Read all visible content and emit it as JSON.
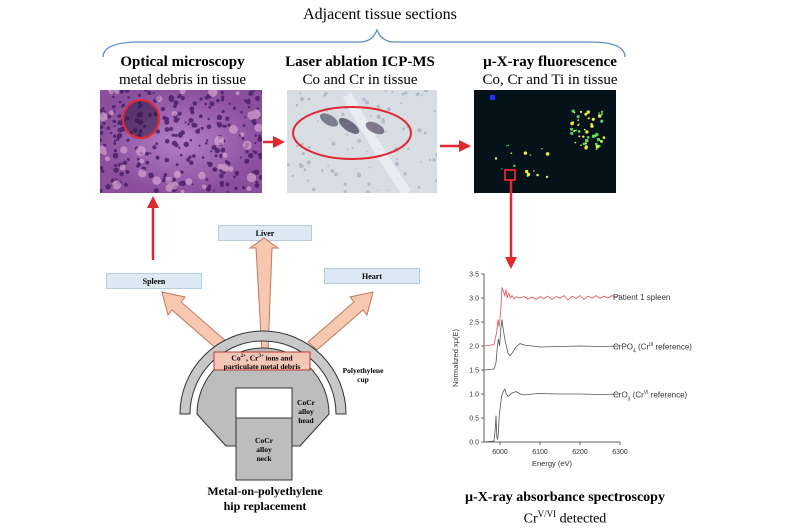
{
  "header": {
    "title": "Adjacent tissue sections"
  },
  "panels": [
    {
      "title": "Optical microscopy",
      "subtitle": "metal debris in tissue"
    },
    {
      "title": "Laser ablation ICP-MS",
      "subtitle": "Co and Cr in tissue"
    },
    {
      "title": "µ-X-ray fluorescence",
      "subtitle": "Co, Cr and Ti in tissue"
    }
  ],
  "organs": {
    "liver": "Liver",
    "spleen": "Spleen",
    "heart": "Heart"
  },
  "implant": {
    "debris_line1_a": "Co",
    "debris_sup1": "2+",
    "debris_line1_b": ", Cr",
    "debris_sup2": "3+",
    "debris_line1_c": " ions and",
    "debris_line2": "particulate metal debris",
    "cup_line1": "Polyethylene",
    "cup_line2": "cup",
    "head_line1": "CoCr",
    "head_line2": "alloy",
    "head_line3": "head",
    "neck_line1": "CoCr",
    "neck_line2": "alloy",
    "neck_line3": "neck",
    "caption_line1": "Metal-on-polyethylene",
    "caption_line2": "hip replacement"
  },
  "spectroscopy": {
    "caption_line1": "µ-X-ray absorbance spectroscopy",
    "caption_prefix": "Cr",
    "caption_sup": "V/VI",
    "caption_suffix": " detected",
    "label_patient": "Patient 1 spleen",
    "label_crpo4_a": "CrPO",
    "label_crpo4_sub": "4",
    "label_crpo4_b": " (Cr",
    "label_crpo4_sup": "III",
    "label_crpo4_c": " reference)",
    "label_cro3_a": "CrO",
    "label_cro3_sub": "3",
    "label_cro3_b": " (Cr",
    "label_cro3_sup": "VI",
    "label_cro3_c": " reference)"
  },
  "colors": {
    "arrow_red": "#e0282e",
    "organ_arrow_fill": "#f6c8b0",
    "organ_arrow_stroke": "#c07860",
    "organ_box_fill": "#dde9f4",
    "patient_line": "#e05050"
  },
  "chart_data": {
    "type": "line",
    "title": "",
    "xlabel": "Energy (eV)",
    "ylabel": "Normalized xμ(E)",
    "xlim": [
      5960,
      6300
    ],
    "ylim": [
      0,
      3.5
    ],
    "xticks": [
      6000,
      6100,
      6200,
      6300
    ],
    "yticks": [
      0.0,
      0.5,
      1.0,
      1.5,
      2.0,
      2.5,
      3.0,
      3.5
    ],
    "series": [
      {
        "name": "Patient 1 spleen",
        "color": "#e05050",
        "x": [
          5960,
          5985,
          5992,
          5995,
          5998,
          6002,
          6005,
          6008,
          6012,
          6015,
          6018,
          6022,
          6026,
          6030,
          6035,
          6040,
          6050,
          6060,
          6070,
          6080,
          6090,
          6100,
          6110,
          6120,
          6130,
          6140,
          6150,
          6160,
          6170,
          6180,
          6190,
          6200,
          6210,
          6220,
          6230,
          6240,
          6250,
          6260,
          6270,
          6280,
          6290,
          6300
        ],
        "y": [
          2.0,
          2.03,
          2.3,
          2.55,
          2.4,
          2.75,
          3.22,
          3.15,
          3.05,
          3.18,
          3.0,
          3.1,
          3.0,
          3.05,
          2.98,
          3.02,
          3.0,
          3.03,
          2.98,
          3.02,
          2.97,
          3.03,
          2.99,
          3.04,
          2.97,
          3.03,
          3.0,
          3.05,
          2.96,
          3.04,
          2.99,
          3.05,
          2.97,
          3.04,
          3.0,
          3.05,
          2.99,
          3.04,
          3.0,
          3.05,
          3.02,
          3.06
        ]
      },
      {
        "name": "CrPO4 (CrIII reference)",
        "color": "#555555",
        "x": [
          5960,
          5985,
          5990,
          5993,
          5996,
          5999,
          6002,
          6005,
          6008,
          6012,
          6016,
          6020,
          6025,
          6030,
          6040,
          6050,
          6060,
          6080,
          6100,
          6150,
          6200,
          6250,
          6300
        ],
        "y": [
          1.5,
          1.52,
          1.65,
          1.95,
          2.15,
          2.0,
          2.35,
          2.55,
          2.35,
          2.15,
          2.0,
          1.85,
          1.8,
          1.85,
          1.98,
          2.05,
          2.02,
          2.0,
          1.98,
          1.99,
          2.0,
          1.99,
          2.0
        ]
      },
      {
        "name": "CrO3 (CrVI reference)",
        "color": "#555555",
        "x": [
          5960,
          5985,
          5988,
          5990,
          5992,
          5994,
          5996,
          5998,
          6001,
          6004,
          6008,
          6012,
          6016,
          6020,
          6025,
          6030,
          6040,
          6050,
          6060,
          6080,
          6100,
          6150,
          6200,
          6250,
          6300
        ],
        "y": [
          0.0,
          0.02,
          0.25,
          0.55,
          0.12,
          0.05,
          0.2,
          0.55,
          0.75,
          0.95,
          1.05,
          1.1,
          1.0,
          0.95,
          0.98,
          1.02,
          1.05,
          1.0,
          0.98,
          1.0,
          1.01,
          1.0,
          1.0,
          0.99,
          1.0
        ]
      }
    ]
  }
}
